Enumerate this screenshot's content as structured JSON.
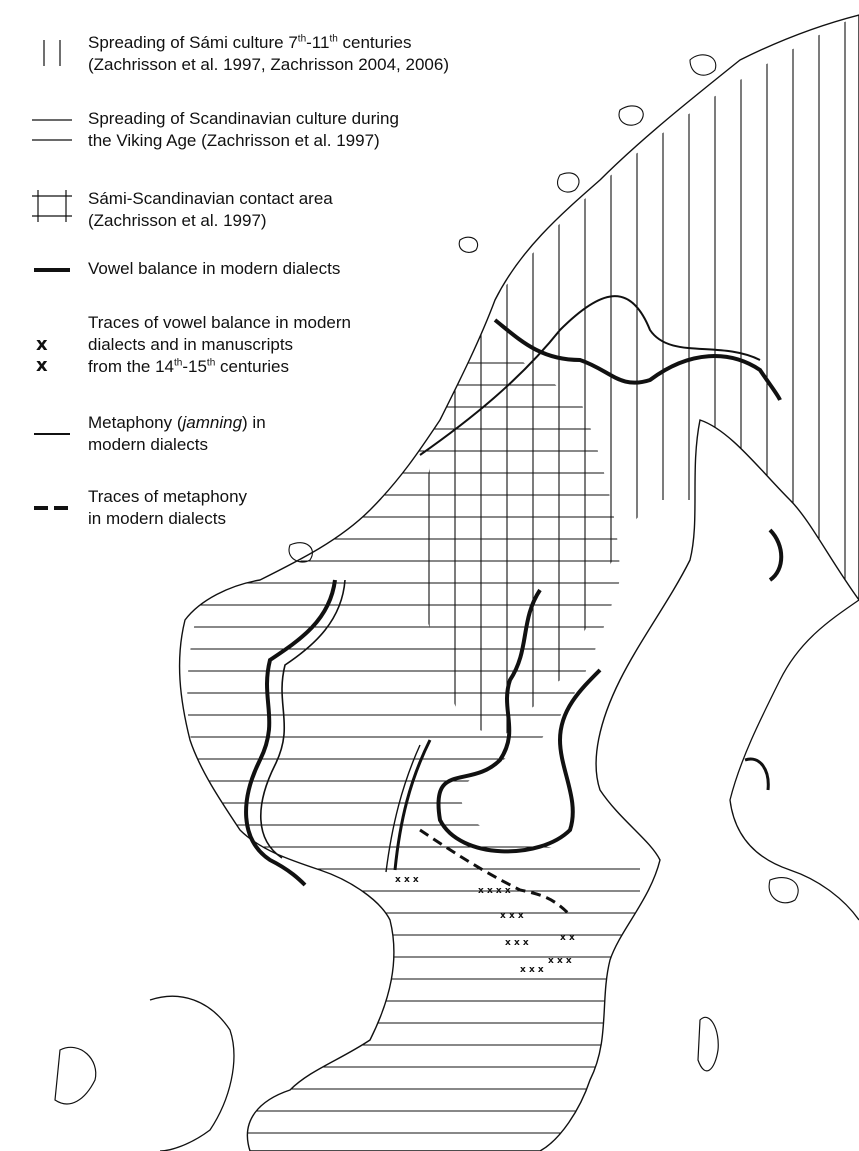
{
  "legend": {
    "sami": {
      "line1_a": "Spreading of Sámi culture 7",
      "line1_sup1": "th",
      "line1_b": "-11",
      "line1_sup2": "th",
      "line1_c": " centuries",
      "line2": "(Zachrisson et al. 1997, Zachrisson 2004, 2006)"
    },
    "scandinavian": {
      "line1": "Spreading of Scandinavian culture during",
      "line2": "the Viking Age (Zachrisson et al. 1997)"
    },
    "contact": {
      "line1": "Sámi-Scandinavian contact area",
      "line2": "(Zachrisson et al. 1997)"
    },
    "vowel_balance": {
      "line1": "Vowel balance in modern dialects"
    },
    "traces_vowel": {
      "symbol": "x x",
      "line1": "Traces of vowel balance in modern",
      "line2": "dialects and in manuscripts",
      "line3_a": "from the 14",
      "line3_sup1": "th",
      "line3_b": "-15",
      "line3_sup2": "th",
      "line3_c": " centuries"
    },
    "metaphony": {
      "line1_a": "Metaphony (",
      "line1_italic": "jamning",
      "line1_b": ") in",
      "line2": "modern dialects"
    },
    "traces_metaphony": {
      "line1": "Traces of metaphony",
      "line2": "in modern dialects"
    }
  },
  "colors": {
    "ink": "#111111",
    "background": "#ffffff"
  }
}
